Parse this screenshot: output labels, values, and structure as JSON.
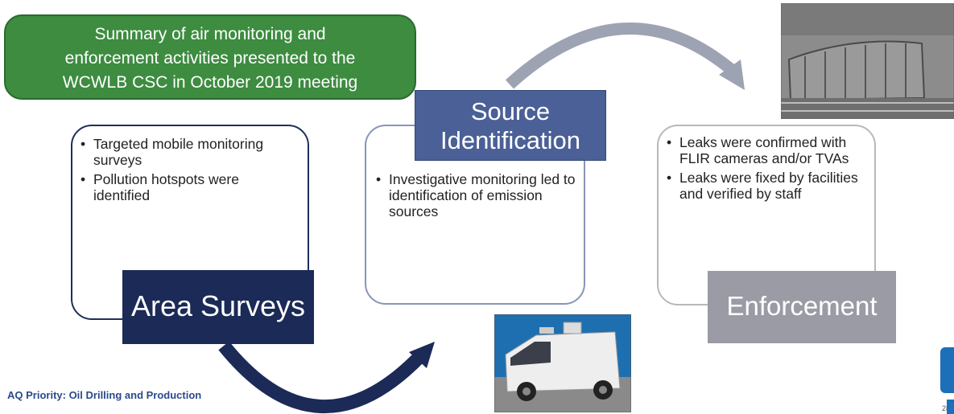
{
  "summary": {
    "lines": [
      "Summary of air monitoring and",
      "enforcement activities presented to the",
      "WCWLB CSC in October 2019 meeting"
    ]
  },
  "steps": {
    "area": {
      "label": "Area Surveys",
      "bullets": [
        "Targeted mobile monitoring surveys",
        "Pollution hotspots were identified"
      ]
    },
    "source": {
      "label_lines": [
        "Source",
        "Identification"
      ],
      "bullets": [
        "Investigative monitoring led to identification of emission sources"
      ]
    },
    "enforcement": {
      "label": "Enforcement",
      "bullets": [
        "Leaks were confirmed with FLIR cameras and/or TVAs",
        "Leaks were fixed by facilities and verified by staff"
      ]
    }
  },
  "footer": "AQ Priority: Oil Drilling and Production",
  "page_number": "28",
  "colors": {
    "summary_green": "#3d8c40",
    "area_navy": "#1b2a56",
    "source_blue": "#4a6096",
    "enforcement_gray": "#9b9ba5",
    "arrow_gray": "#9ea3b3",
    "arrow_navy": "#1b2a56"
  }
}
